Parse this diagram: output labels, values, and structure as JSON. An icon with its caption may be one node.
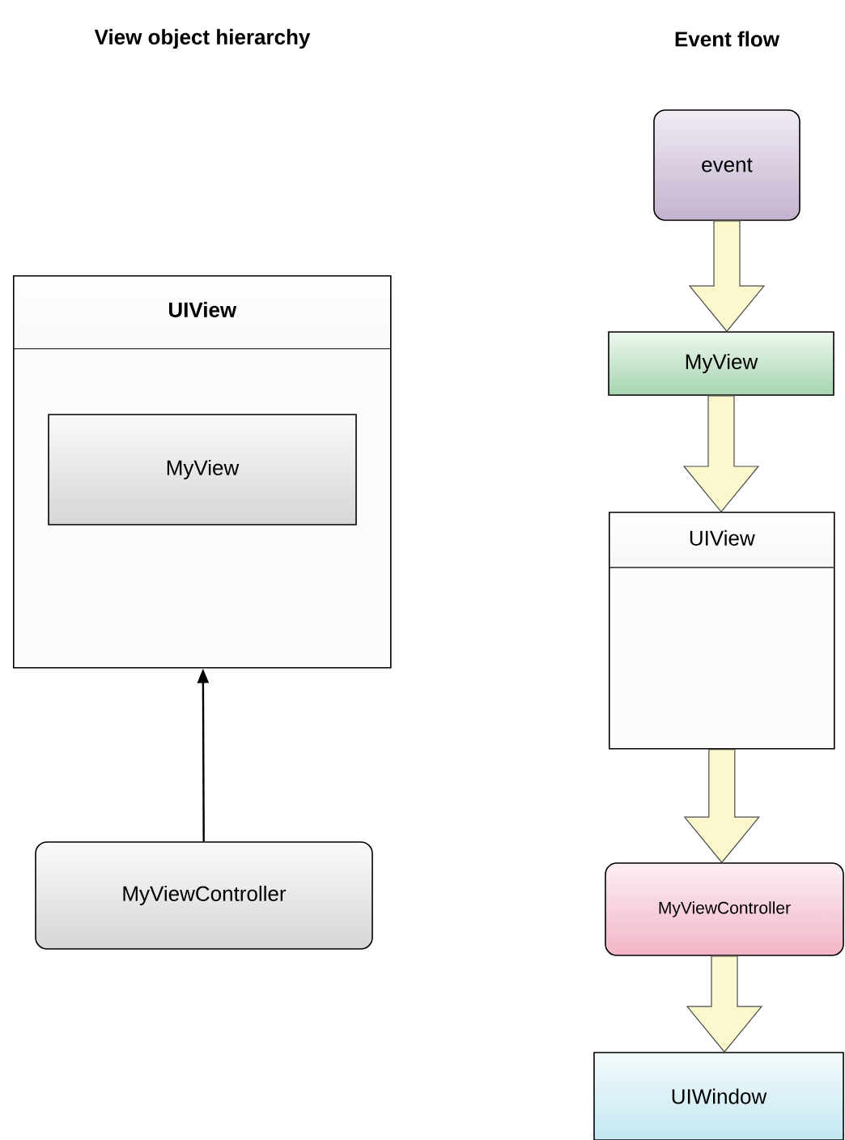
{
  "diagram": {
    "nodes": [
      {
        "text": [
          "UIView"
        ]
      },
      {
        "text": [
          "MyView"
        ],
        "in": 0
      },
      {
        "text": [
          "MyViewController"
        ]
      },
      {
        "text": [
          "event"
        ]
      },
      {
        "text": [
          "MyView"
        ]
      },
      {
        "text": [
          "UIView"
        ]
      },
      {
        "text": [
          "MyViewController"
        ]
      },
      {
        "text": [
          "UIWindow"
        ]
      }
    ],
    "edges": [
      {
        "from": 2,
        "to": 0,
        "arrow": "to"
      },
      {
        "from": 3,
        "to": 4,
        "arrow": "to",
        "style": "thick"
      },
      {
        "from": 4,
        "to": 5,
        "arrow": "to",
        "style": "thick"
      },
      {
        "from": 5,
        "to": 6,
        "arrow": "to",
        "style": "thick"
      },
      {
        "from": 6,
        "to": 7,
        "arrow": "to",
        "style": "thick"
      }
    ],
    "labels": [
      "View object hierarchy",
      "Event flow"
    ]
  }
}
